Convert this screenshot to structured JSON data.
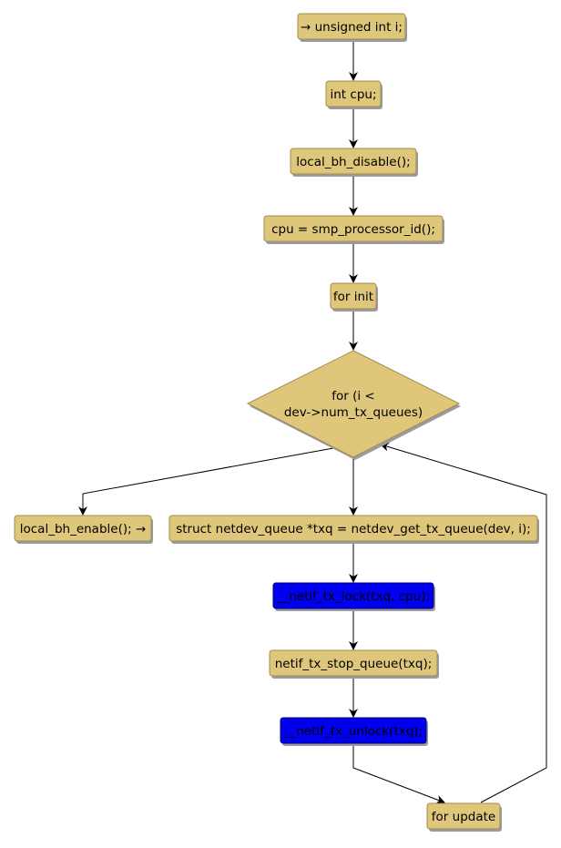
{
  "colors": {
    "node_fill": "#dec77a",
    "node_stroke": "#a38d4b",
    "lock_fill": "#0000ee",
    "lock_stroke": "#00006e",
    "shadow": "#9a9aa6",
    "edge": "#000000"
  },
  "nodes": {
    "declare_i": "→ unsigned int i;",
    "declare_cpu": "int cpu;",
    "bh_disable": "local_bh_disable();",
    "get_cpu": "cpu = smp_processor_id();",
    "for_init": "for init",
    "condition_line1": "for (i <",
    "condition_line2": "dev->num_tx_queues)",
    "bh_enable": "local_bh_enable(); →",
    "get_txq": "struct netdev_queue *txq = netdev_get_tx_queue(dev, i);",
    "tx_lock": "__netif_tx_lock(txq, cpu);",
    "stop_queue": "netif_tx_stop_queue(txq);",
    "tx_unlock": "__netif_tx_unlock(txq);",
    "for_update": "for update"
  }
}
